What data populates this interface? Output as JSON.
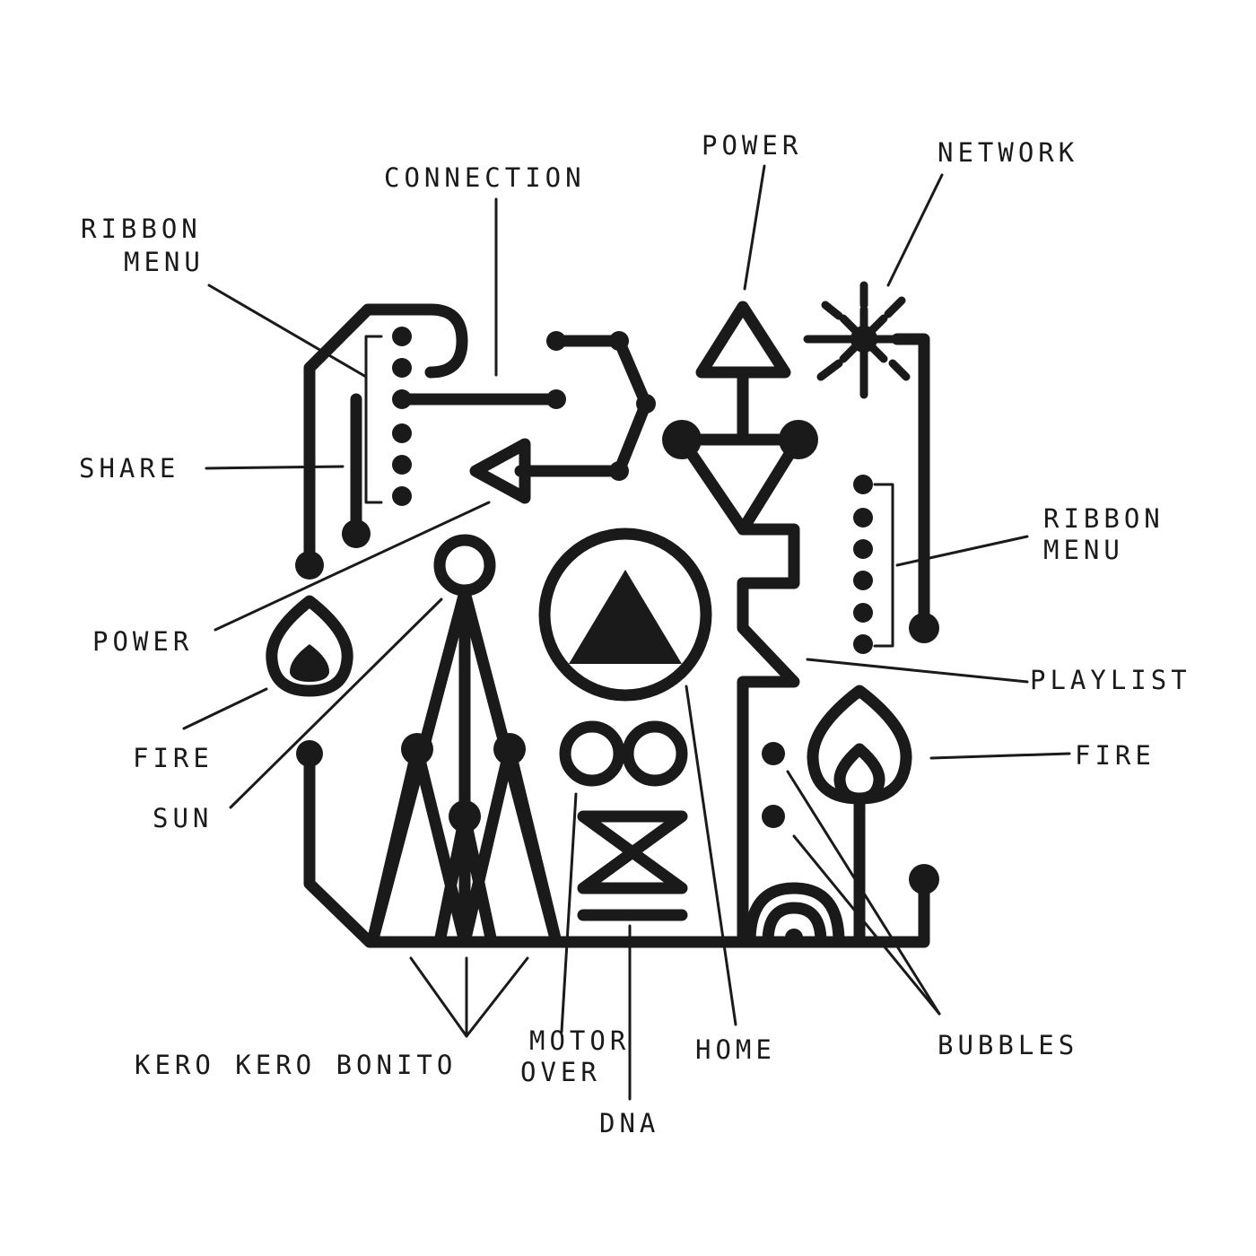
{
  "artwork": {
    "ink_color": "#1a1a1a",
    "paper_color": "#ffffff",
    "labels": {
      "connection": "CONNECTION",
      "power_top": "POWER",
      "network": "NETWORK",
      "ribbon_menu_left_1": "RIBBON",
      "ribbon_menu_left_2": "MENU",
      "ribbon_menu_right_1": "RIBBON",
      "ribbon_menu_right_2": "MENU",
      "share": "SHARE",
      "power_left": "POWER",
      "fire_left": "FIRE",
      "fire_right": "FIRE",
      "sun": "SUN",
      "playlist": "PLAYLIST",
      "home": "HOME",
      "motor_1": "MOTOR",
      "motor_2": "OVER",
      "dna": "DNA",
      "bubbles": "BUBBLES",
      "footer": "KERO KERO BONITO"
    }
  }
}
